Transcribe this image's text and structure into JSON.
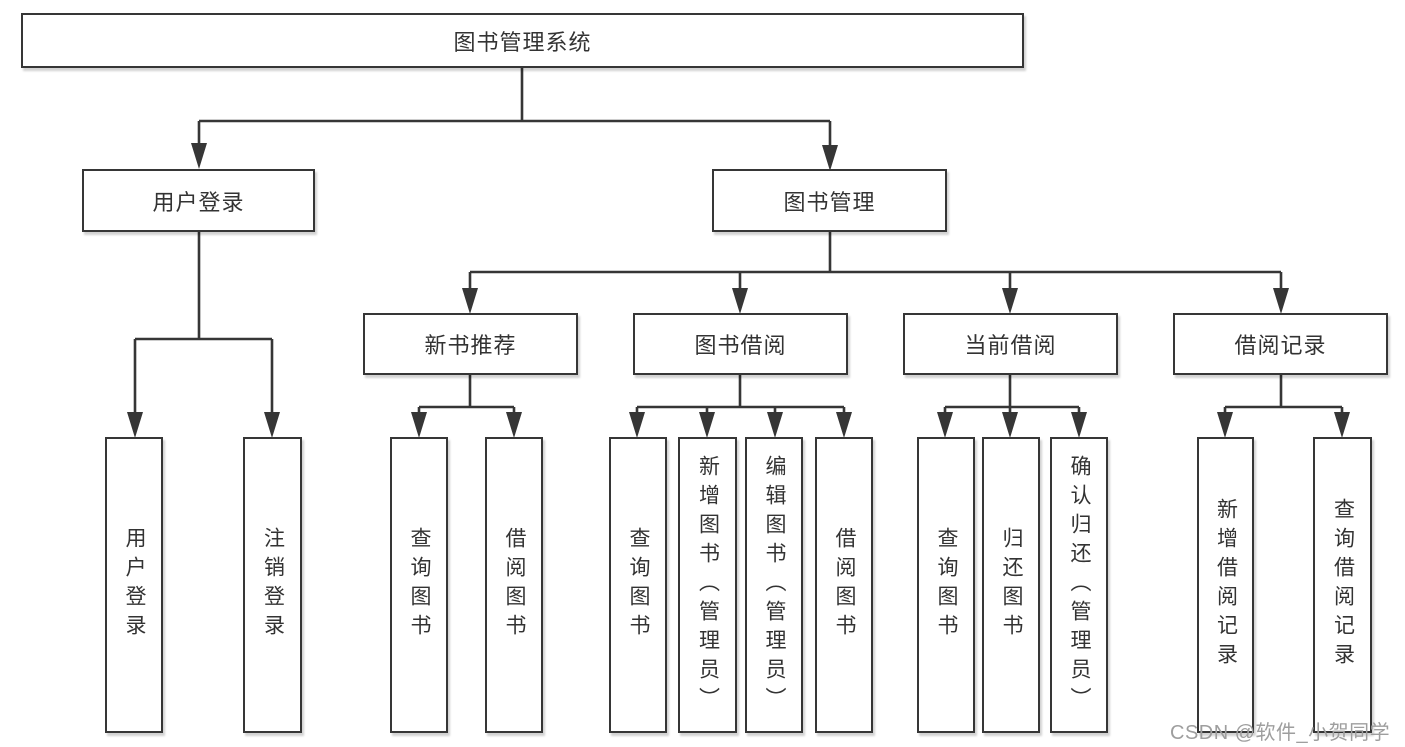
{
  "nodes": {
    "root": {
      "label": "图书管理系统"
    },
    "level2": [
      {
        "label": "用户登录"
      },
      {
        "label": "图书管理"
      }
    ],
    "level3": [
      {
        "label": "新书推荐"
      },
      {
        "label": "图书借阅"
      },
      {
        "label": "当前借阅"
      },
      {
        "label": "借阅记录"
      }
    ],
    "leaves": {
      "user_login": [
        {
          "label": "用户登录"
        },
        {
          "label": "注销登录"
        }
      ],
      "new_book": [
        {
          "label": "查询图书"
        },
        {
          "label": "借阅图书"
        }
      ],
      "book_borrow": [
        {
          "label": "查询图书"
        },
        {
          "label": "新增图书（管理员）"
        },
        {
          "label": "编辑图书（管理员）"
        },
        {
          "label": "借阅图书"
        }
      ],
      "current_borrow": [
        {
          "label": "查询图书"
        },
        {
          "label": "归还图书"
        },
        {
          "label": "确认归还（管理员）"
        }
      ],
      "borrow_records": [
        {
          "label": "新增借阅记录"
        },
        {
          "label": "查询借阅记录"
        }
      ]
    }
  },
  "watermark": "CSDN @软件_小贺同学",
  "colors": {
    "line": "#363636",
    "box_border": "#363636",
    "box_bg": "#ffffff",
    "text": "#333333",
    "watermark": "#9e9e9e"
  }
}
